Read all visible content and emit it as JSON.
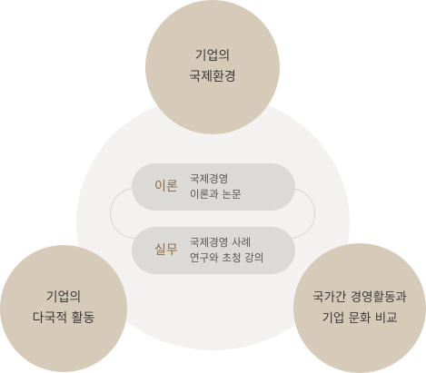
{
  "colors": {
    "outer_circle": "#d6cab9",
    "center_disc": "#f3f2f0",
    "pill": "#dcdad7",
    "pill_tag": "#8c6a4a",
    "text": "#3a3a3a"
  },
  "top_circle": {
    "line1": "기업의",
    "line2": "국제환경"
  },
  "left_circle": {
    "line1": "기업의",
    "line2": "다국적 활동"
  },
  "right_circle": {
    "line1": "국가간 경영활동과",
    "line2": "기업 문화 비교"
  },
  "theory": {
    "tag": "이론",
    "line1": "국제경영",
    "line2": "이론과 논문"
  },
  "practice": {
    "tag": "실무",
    "line1": "국제경영 사례",
    "line2": "연구와 초청 강의"
  }
}
